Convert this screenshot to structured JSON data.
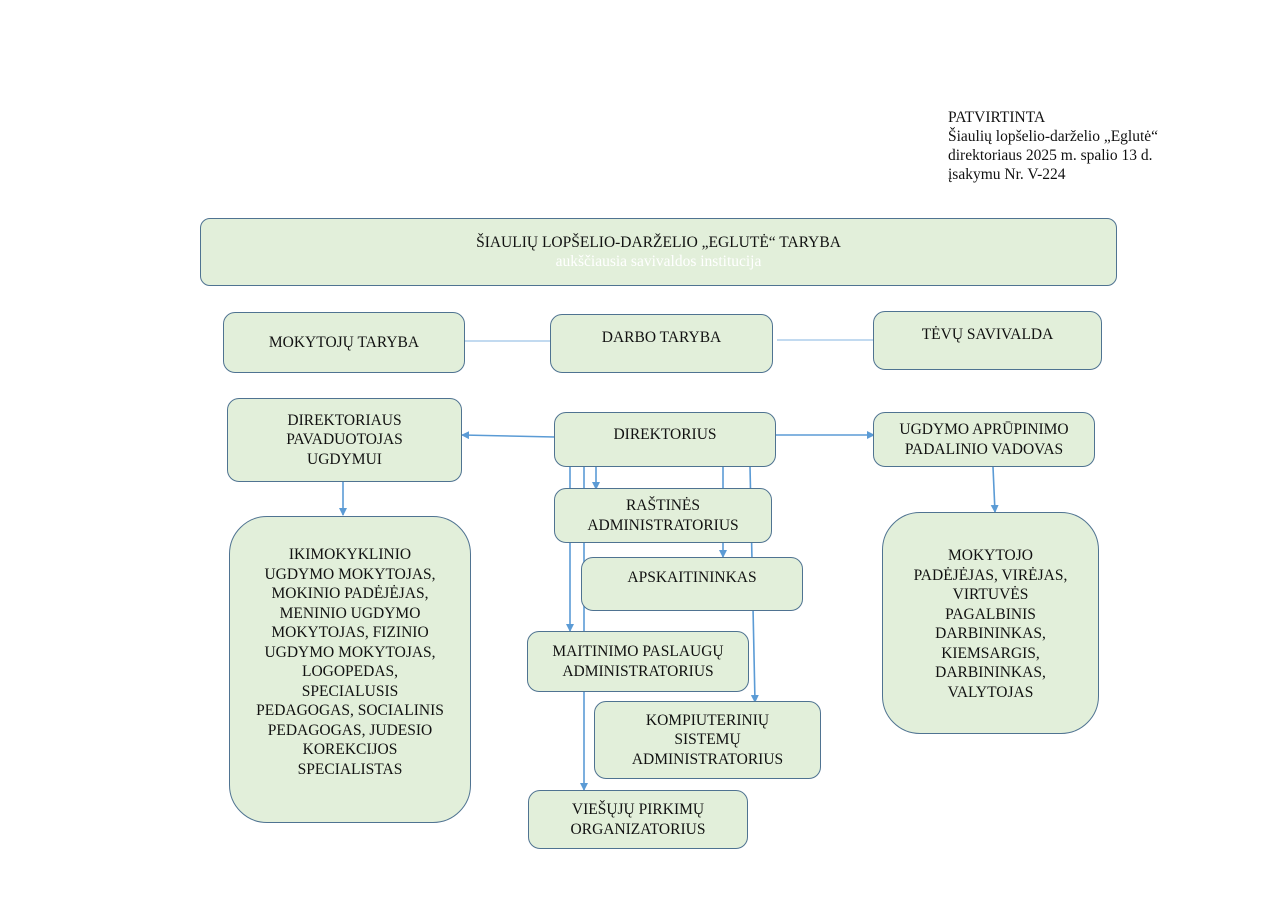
{
  "approval": {
    "lines": [
      "PATVIRTINTA",
      "Šiaulių lopšelio-darželio „Eglutė“",
      "direktoriaus 2025 m. spalio 13 d.",
      "įsakymu Nr. V-224"
    ]
  },
  "colors": {
    "box_fill": "#e2efda",
    "box_border": "#4f7391",
    "connector": "#5b9bd5"
  },
  "nodes": {
    "council": {
      "title": "ŠIAULIŲ LOPŠELIO-DARŽELIO „EGLUTĖ“ TARYBA",
      "subtitle": "aukščiausia savivaldos institucija"
    },
    "teachers_council": {
      "lines": [
        "MOKYTOJŲ TARYBA"
      ]
    },
    "work_council": {
      "lines": [
        "DARBO TARYBA"
      ]
    },
    "parents": {
      "lines": [
        "TĖVŲ SAVIVALDA"
      ]
    },
    "deputy": {
      "lines": [
        "DIREKTORIAUS",
        "PAVADUOTOJAS",
        "UGDYMUI"
      ]
    },
    "director": {
      "lines": [
        "DIREKTORIUS"
      ]
    },
    "support_head": {
      "lines": [
        "UGDYMO APRŪPINIMO",
        "PADALINIO VADOVAS"
      ]
    },
    "educators": {
      "lines": [
        "IKIMOKYKLINIO",
        "UGDYMO MOKYTOJAS,",
        "MOKINIO PADĖJĖJAS,",
        "MENINIO UGDYMO",
        "MOKYTOJAS,  FIZINIO",
        "UGDYMO MOKYTOJAS,",
        "LOGOPEDAS,",
        "SPECIALUSIS",
        "PEDAGOGAS, SOCIALINIS",
        "PEDAGOGAS, JUDESIO",
        "KOREKCIJOS",
        "SPECIALISTAS"
      ]
    },
    "office_admin": {
      "lines": [
        "RAŠTINĖS",
        "ADMINISTRATORIUS"
      ]
    },
    "accountant": {
      "lines": [
        "APSKAITININKAS"
      ]
    },
    "catering_admin": {
      "lines": [
        "MAITINIMO PASLAUGŲ",
        "ADMINISTRATORIUS"
      ]
    },
    "it_admin": {
      "lines": [
        "KOMPIUTERINIŲ",
        "SISTEMŲ",
        "ADMINISTRATORIUS"
      ]
    },
    "procurement": {
      "lines": [
        "VIEŠŲJŲ PIRKIMŲ",
        "ORGANIZATORIUS"
      ]
    },
    "support_staff": {
      "lines": [
        "MOKYTOJO",
        "PADĖJĖJAS, VIRĖJAS,",
        "VIRTUVĖS",
        "PAGALBINIS",
        "DARBININKAS,",
        "KIEMSARGIS,",
        "DARBININKAS,",
        "VALYTOJAS"
      ]
    }
  },
  "edges": [
    {
      "from": "teachers_council",
      "to": "work_council",
      "arrow": false
    },
    {
      "from": "work_council",
      "to": "parents",
      "arrow": false
    },
    {
      "from": "director",
      "to": "deputy",
      "arrow": true
    },
    {
      "from": "director",
      "to": "support_head",
      "arrow": true
    },
    {
      "from": "deputy",
      "to": "educators",
      "arrow": true
    },
    {
      "from": "support_head",
      "to": "support_staff",
      "arrow": true
    },
    {
      "from": "director",
      "to": "office_admin",
      "arrow": true
    },
    {
      "from": "director",
      "to": "accountant",
      "arrow": true
    },
    {
      "from": "director",
      "to": "catering_admin",
      "arrow": true
    },
    {
      "from": "director",
      "to": "it_admin",
      "arrow": true
    },
    {
      "from": "director",
      "to": "procurement",
      "arrow": true
    }
  ]
}
